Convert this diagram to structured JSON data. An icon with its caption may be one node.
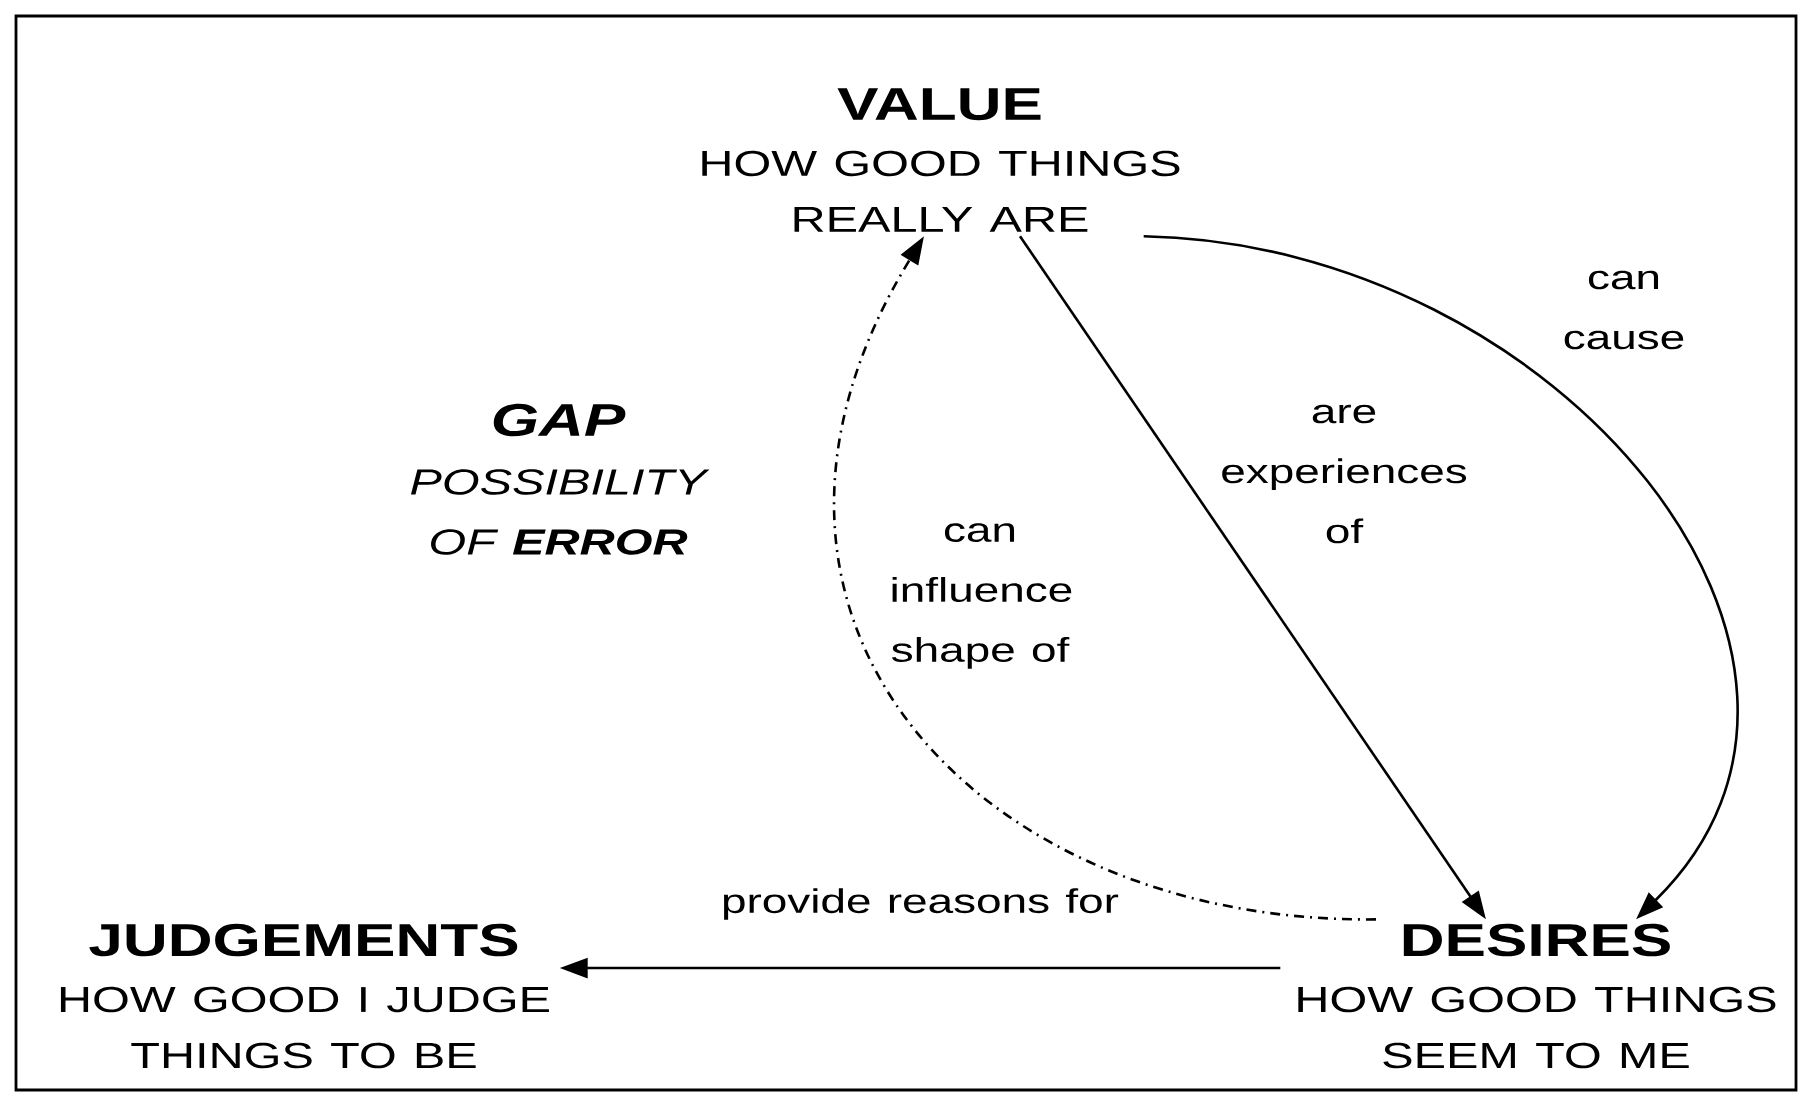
{
  "diagram": {
    "nodes": [
      {
        "text": [
          "VALUE",
          "HOW GOOD THINGS REALLY ARE"
        ]
      },
      {
        "text": [
          "DESIRES",
          "HOW GOOD THINGS SEEM TO ME"
        ]
      },
      {
        "text": [
          "JUDGEMENTS",
          "HOW GOOD I JUDGE THINGS TO BE"
        ]
      }
    ],
    "edges": [
      {
        "from": 0,
        "to": 1,
        "arrow": "to",
        "label": "are experiences of"
      },
      {
        "from": 0,
        "to": 1,
        "arrow": "to",
        "label": "can cause"
      },
      {
        "from": 1,
        "to": 0,
        "arrow": "to",
        "label": "can influence shape of",
        "style": "dashed"
      },
      {
        "from": 1,
        "to": 2,
        "arrow": "to",
        "label": "provide reasons for"
      }
    ],
    "labels": [
      "GAP",
      "POSSIBILITY OF **ERROR**"
    ]
  }
}
